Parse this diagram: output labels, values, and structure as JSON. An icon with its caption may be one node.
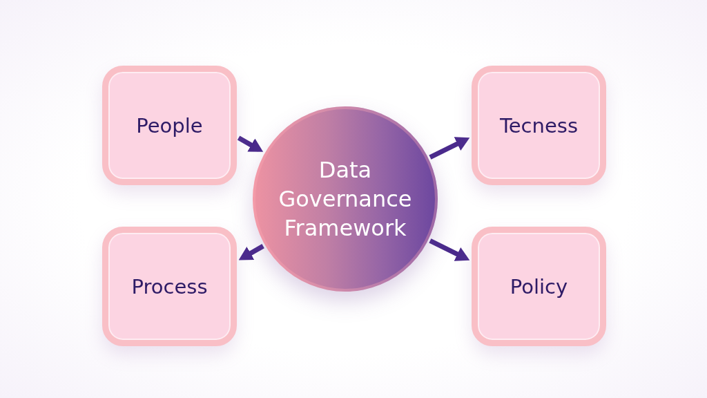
{
  "diagram": {
    "nodes": [
      {
        "text": [
          "People"
        ]
      },
      {
        "text": [
          "Data Governance Framework"
        ]
      },
      {
        "text": [
          "Tecness"
        ]
      },
      {
        "text": [
          "Process"
        ]
      },
      {
        "text": [
          "Policy"
        ]
      }
    ],
    "edges": [
      {
        "from": 0,
        "to": 1,
        "arrow": "to"
      },
      {
        "from": 1,
        "to": 2,
        "arrow": "to"
      },
      {
        "from": 1,
        "to": 3,
        "arrow": "to"
      },
      {
        "from": 1,
        "to": 4,
        "arrow": "to"
      }
    ]
  }
}
